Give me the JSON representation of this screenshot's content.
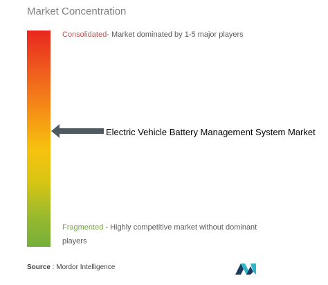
{
  "title": "Market Concentration",
  "consolidated": {
    "label": "Consolidated",
    "description": "- Market dominated by 1-5 major players"
  },
  "fragmented": {
    "label": "Fragmented",
    "description": " - Highly competitive market without dominant players"
  },
  "market": {
    "label": "Electric Vehicle Battery Management System Market",
    "position_fraction_from_top": 0.47
  },
  "source": {
    "label": "Source",
    "text": " : Mordor Intelligence"
  },
  "colors": {
    "consolidated": "#c0504d",
    "fragmented": "#70a83b",
    "arrow": "#4e5a61",
    "logo_dark": "#1d3a5f",
    "logo_teal": "#2fb7c9"
  },
  "icons": {
    "logo": "mordor-intelligence-logo-icon",
    "arrow": "left-arrow-icon"
  }
}
